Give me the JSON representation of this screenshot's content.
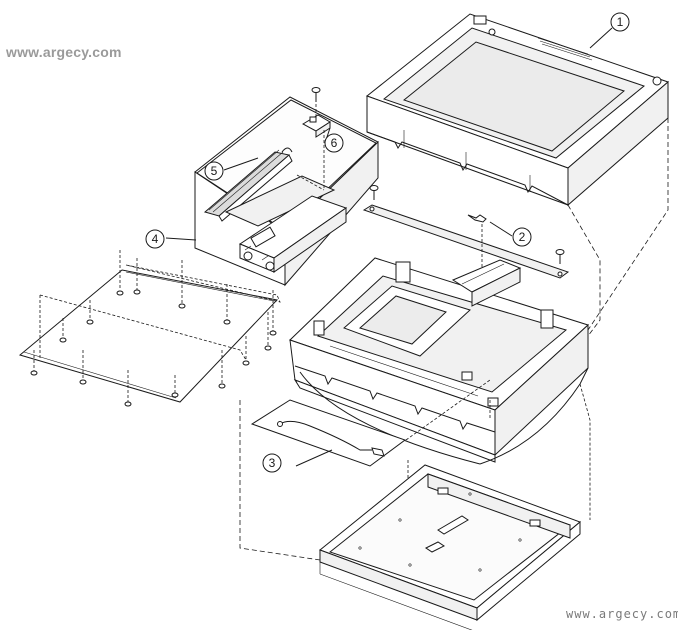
{
  "watermark": {
    "top": "www.argecy.com",
    "bottom": "www.argecy.com"
  },
  "callouts": [
    {
      "id": "callout-1",
      "label": "1",
      "part": "scanner-top-cover"
    },
    {
      "id": "callout-2",
      "label": "2",
      "part": "small-spring-clip"
    },
    {
      "id": "callout-3",
      "label": "3",
      "part": "cable-sheet"
    },
    {
      "id": "callout-4",
      "label": "4",
      "part": "inset-detail-box"
    },
    {
      "id": "callout-5",
      "label": "5",
      "part": "rail-guide"
    },
    {
      "id": "callout-6",
      "label": "6",
      "part": "sensor-switch"
    }
  ],
  "colors": {
    "line": "#1a1a1a",
    "fill_light": "#f2f2f2",
    "fill_white": "#ffffff",
    "shade": "#d8d8d8"
  }
}
